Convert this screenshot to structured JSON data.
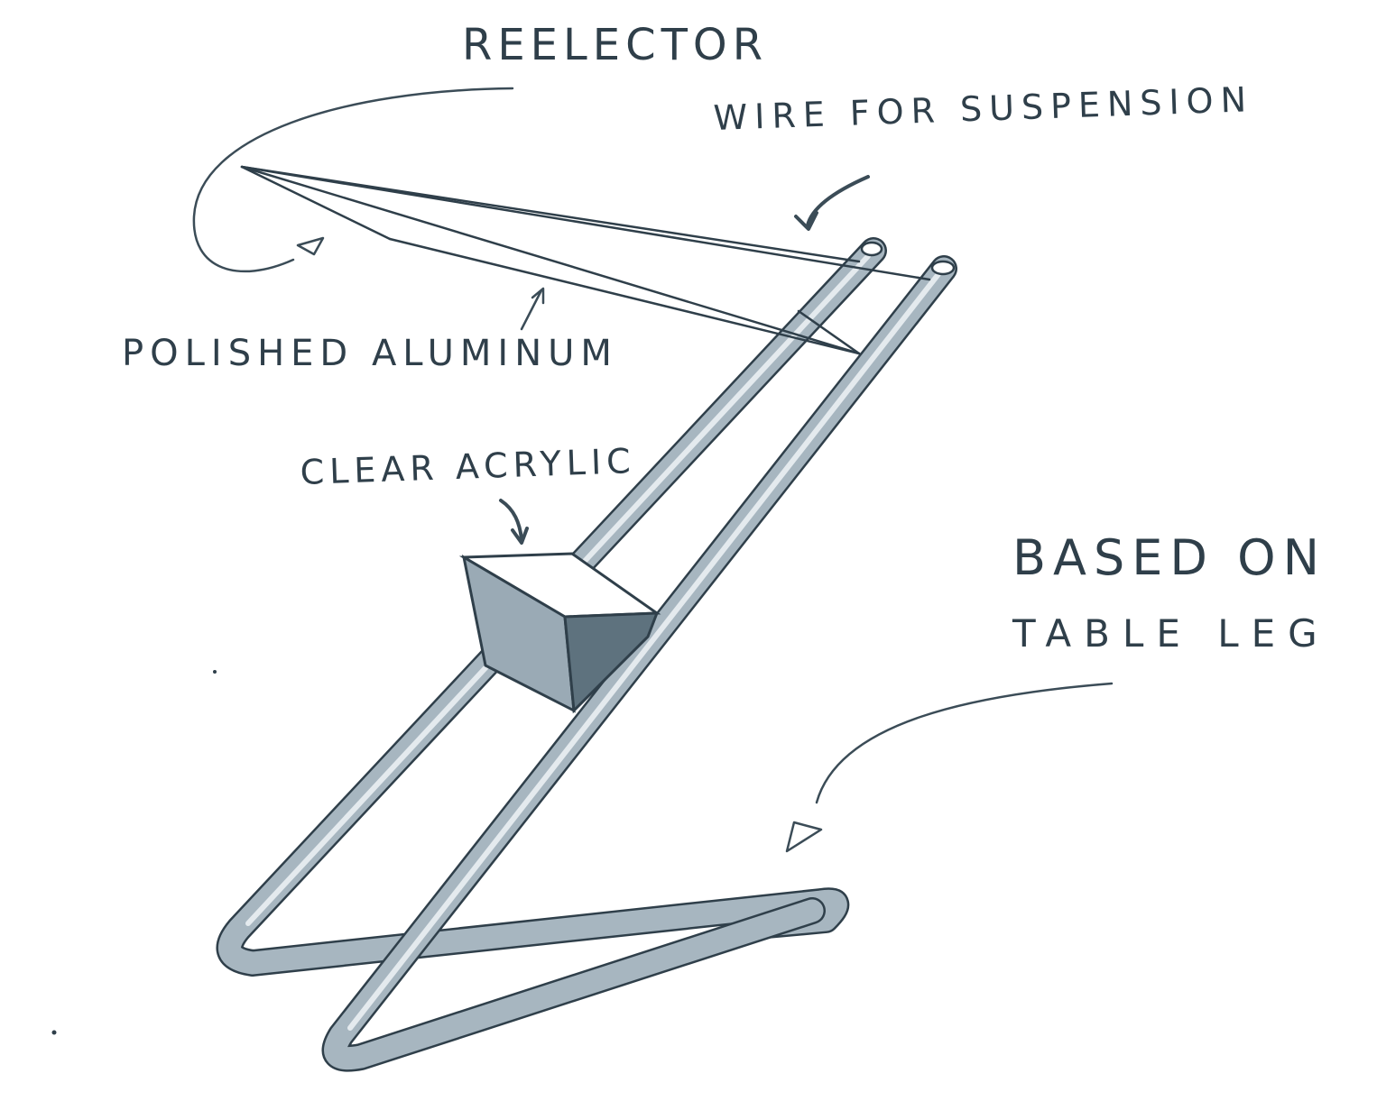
{
  "labels": {
    "reflector": "REELECTOR",
    "wire": "WIRE FOR SUSPENSION",
    "polished": "POLISHED ALUMINUM",
    "clear": "CLEAR ACRYLIC",
    "based_line1": "BASED ON",
    "based_line2": "TABLE LEG"
  },
  "colors": {
    "ink": "#2f3f4a",
    "tube_fill": "#a7b6c0",
    "tube_shadow": "#7d909c",
    "block_front": "#9aaab5",
    "block_side": "#5e727e",
    "block_top": "#ffffff",
    "paper": "#ffffff"
  }
}
